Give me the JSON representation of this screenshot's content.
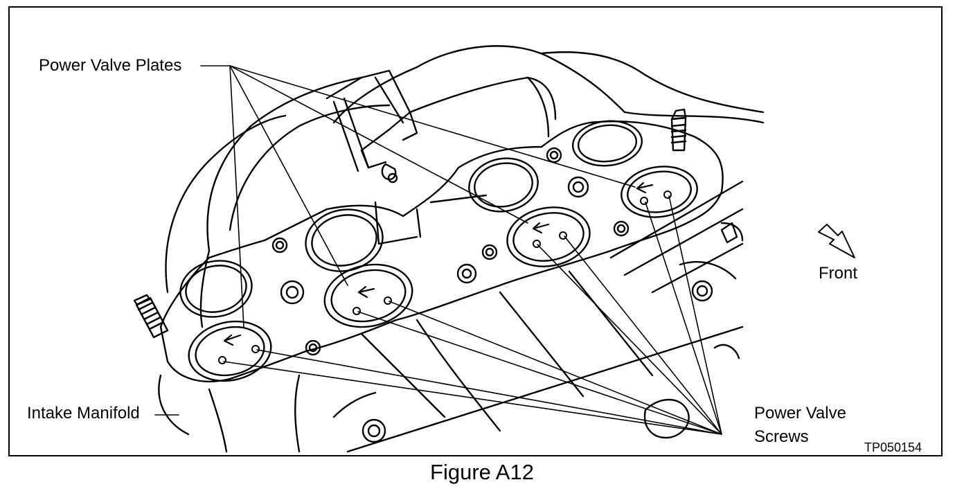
{
  "labels": {
    "power_valve_plates": "Power Valve Plates",
    "front": "Front",
    "intake_manifold": "Intake Manifold",
    "power_valve_screws_line1": "Power Valve",
    "power_valve_screws_line2": "Screws"
  },
  "figure_code": "TP050154",
  "caption": "Figure A12"
}
